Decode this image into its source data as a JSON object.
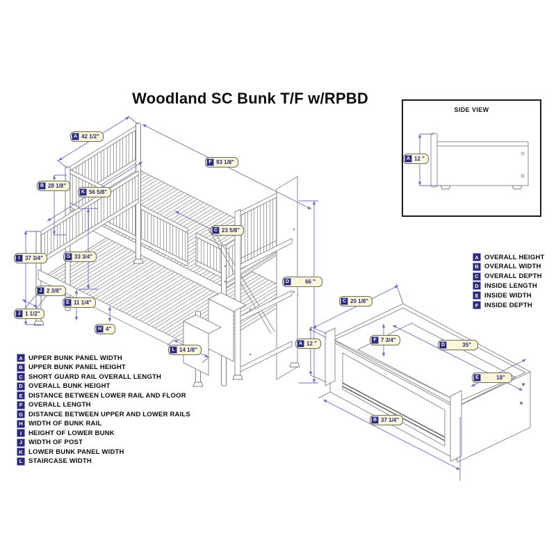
{
  "title": "Woodland SC Bunk T/F w/RPBD",
  "colors": {
    "dimension_line": "#6b6bc4",
    "drawing_line": "#8d8d8d",
    "label_bg": "#fbf6d8",
    "badge": "#2a2a78"
  },
  "side_view": {
    "title": "SIDE VIEW",
    "dimension": {
      "letter": "A",
      "value": "12 \""
    }
  },
  "bunk": {
    "dims": [
      {
        "letter": "A",
        "value": "42 1/2\""
      },
      {
        "letter": "F",
        "value": "93 1/8\""
      },
      {
        "letter": "B",
        "value": "28 1/8\""
      },
      {
        "letter": "K",
        "value": "56 5/8\""
      },
      {
        "letter": "C",
        "value": "23 5/8\""
      },
      {
        "letter": "G",
        "value": "33 3/4\""
      },
      {
        "letter": "I",
        "value": "37 3/4\""
      },
      {
        "letter": "D",
        "value": "66 \""
      },
      {
        "letter": "J",
        "value": "2 3/8\""
      },
      {
        "letter": "E",
        "value": "11 1/4\""
      },
      {
        "letter": "J",
        "value": "1 1/2\""
      },
      {
        "letter": "H",
        "value": "4\""
      },
      {
        "letter": "L",
        "value": "14 1/8\""
      }
    ],
    "legend": [
      {
        "letter": "A",
        "label": "UPPER BUNK PANEL WIDTH"
      },
      {
        "letter": "B",
        "label": "UPPER BUNK PANEL HEIGHT"
      },
      {
        "letter": "C",
        "label": "SHORT GUARD RAIL OVERALL LENGTH"
      },
      {
        "letter": "D",
        "label": "OVERALL BUNK HEIGHT"
      },
      {
        "letter": "E",
        "label": "DISTANCE BETWEEN LOWER RAIL AND FLOOR"
      },
      {
        "letter": "F",
        "label": "OVERALL LENGTH"
      },
      {
        "letter": "G",
        "label": "DISTANCE BETWEEN UPPER AND LOWER RAILS"
      },
      {
        "letter": "H",
        "label": "WIDTH OF BUNK RAIL"
      },
      {
        "letter": "I",
        "label": "HEIGHT OF LOWER BUNK"
      },
      {
        "letter": "J",
        "label": "WIDTH OF POST"
      },
      {
        "letter": "K",
        "label": "LOWER BUNK PANEL WIDTH"
      },
      {
        "letter": "L",
        "label": "STAIRCASE WIDTH"
      }
    ]
  },
  "drawer": {
    "dims": [
      {
        "letter": "C",
        "value": "20 1/8\""
      },
      {
        "letter": "A",
        "value": "12 \""
      },
      {
        "letter": "F",
        "value": "7 3/4\""
      },
      {
        "letter": "D",
        "value": "35\""
      },
      {
        "letter": "E",
        "value": "18\""
      },
      {
        "letter": "B",
        "value": "37 1/4\""
      }
    ],
    "legend": [
      {
        "letter": "A",
        "label": "OVERALL HEIGHT"
      },
      {
        "letter": "B",
        "label": "OVERALL WIDTH"
      },
      {
        "letter": "C",
        "label": "OVERALL DEPTH"
      },
      {
        "letter": "D",
        "label": "INSIDE LENGTH"
      },
      {
        "letter": "E",
        "label": "INSIDE WIDTH"
      },
      {
        "letter": "F",
        "label": "INSIDE DEPTH"
      }
    ]
  }
}
